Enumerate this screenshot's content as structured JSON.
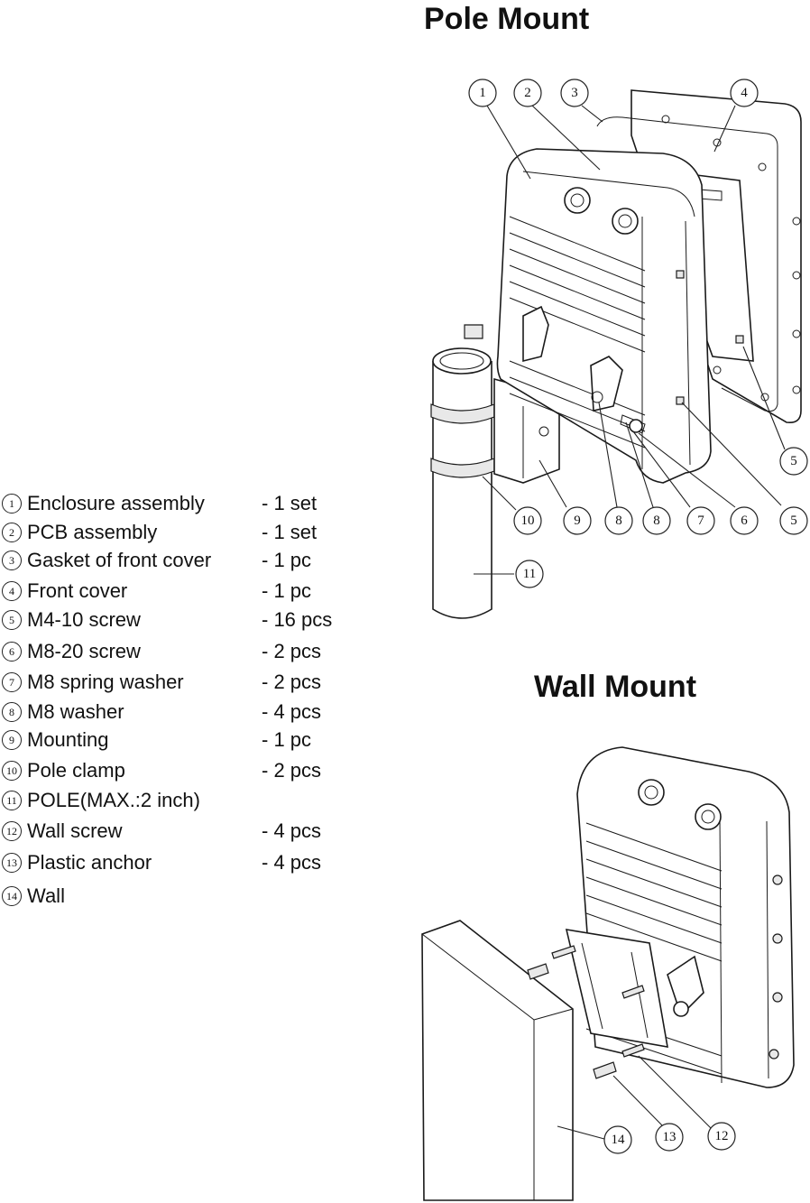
{
  "titles": {
    "pole_mount": "Pole Mount",
    "wall_mount": "Wall Mount"
  },
  "parts": [
    {
      "num": "1",
      "name": "Enclosure assembly",
      "qty": "- 1 set"
    },
    {
      "num": "2",
      "name": "PCB assembly",
      "qty": "- 1 set"
    },
    {
      "num": "3",
      "name": "Gasket of front cover",
      "qty": "- 1 pc"
    },
    {
      "num": "4",
      "name": "Front cover",
      "qty": "- 1 pc"
    },
    {
      "num": "5",
      "name": "M4-10 screw",
      "qty": "- 16 pcs"
    },
    {
      "num": "6",
      "name": "M8-20 screw",
      "qty": "- 2 pcs"
    },
    {
      "num": "7",
      "name": "M8 spring washer",
      "qty": "- 2 pcs"
    },
    {
      "num": "8",
      "name": "M8 washer",
      "qty": "- 4 pcs"
    },
    {
      "num": "9",
      "name": "Mounting",
      "qty": "- 1 pc"
    },
    {
      "num": "10",
      "name": "Pole clamp",
      "qty": "- 2 pcs"
    },
    {
      "num": "11",
      "name": "POLE(MAX.:2 inch)",
      "qty": ""
    },
    {
      "num": "12",
      "name": "Wall screw",
      "qty": "- 4 pcs"
    },
    {
      "num": "13",
      "name": "Plastic anchor",
      "qty": "- 4 pcs"
    },
    {
      "num": "14",
      "name": "Wall",
      "qty": ""
    }
  ],
  "callouts": {
    "pole": [
      "1",
      "2",
      "3",
      "4",
      "5",
      "5",
      "6",
      "7",
      "8",
      "8",
      "9",
      "10",
      "11"
    ],
    "wall": [
      "12",
      "13",
      "14"
    ]
  }
}
